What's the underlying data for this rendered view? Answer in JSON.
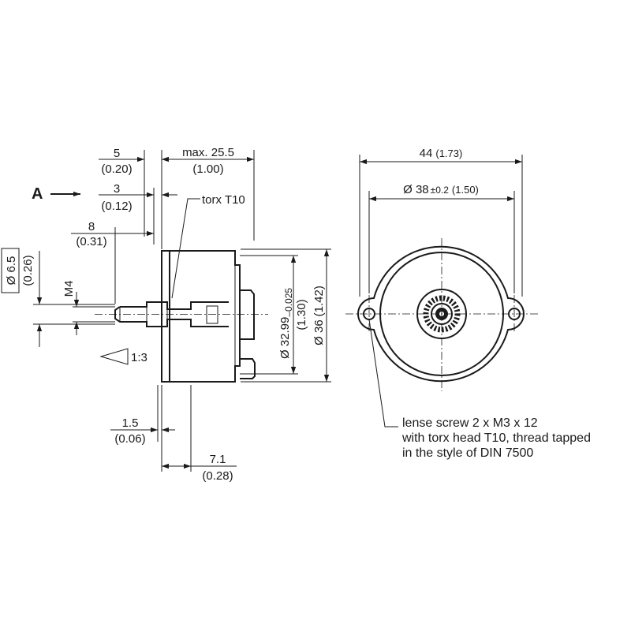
{
  "view_marker": "A",
  "dims": {
    "d5": "5",
    "d5_in": "(0.20)",
    "max255": "max. 25.5",
    "max255_in": "(1.00)",
    "d3": "3",
    "d3_in": "(0.12)",
    "torx": "torx T10",
    "d8": "8",
    "d8_in": "(0.31)",
    "dia65": "Ø 6.5",
    "dia65_in": "(0.26)",
    "m4": "M4",
    "taper": "1:3",
    "dia3299": "Ø 32.99",
    "dia3299_tol": "–0.025",
    "dia3299_in": "(1.30)",
    "dia36": "Ø 36",
    "dia36_in": "(1.42)",
    "d15": "1.5",
    "d15_in": "(0.06)",
    "d71": "7.1",
    "d71_in": "(0.28)",
    "d44": "44",
    "d44_in": "(1.73)",
    "dia38": "Ø 38",
    "dia38_tol": "±0.2",
    "dia38_in": "(1.50)"
  },
  "note_lines": [
    "lense screw 2 x M3 x 12",
    "with torx head T10, thread tapped",
    "in the style of DIN 7500"
  ],
  "colors": {
    "ink": "#1a1a1a",
    "background": "#ffffff"
  }
}
